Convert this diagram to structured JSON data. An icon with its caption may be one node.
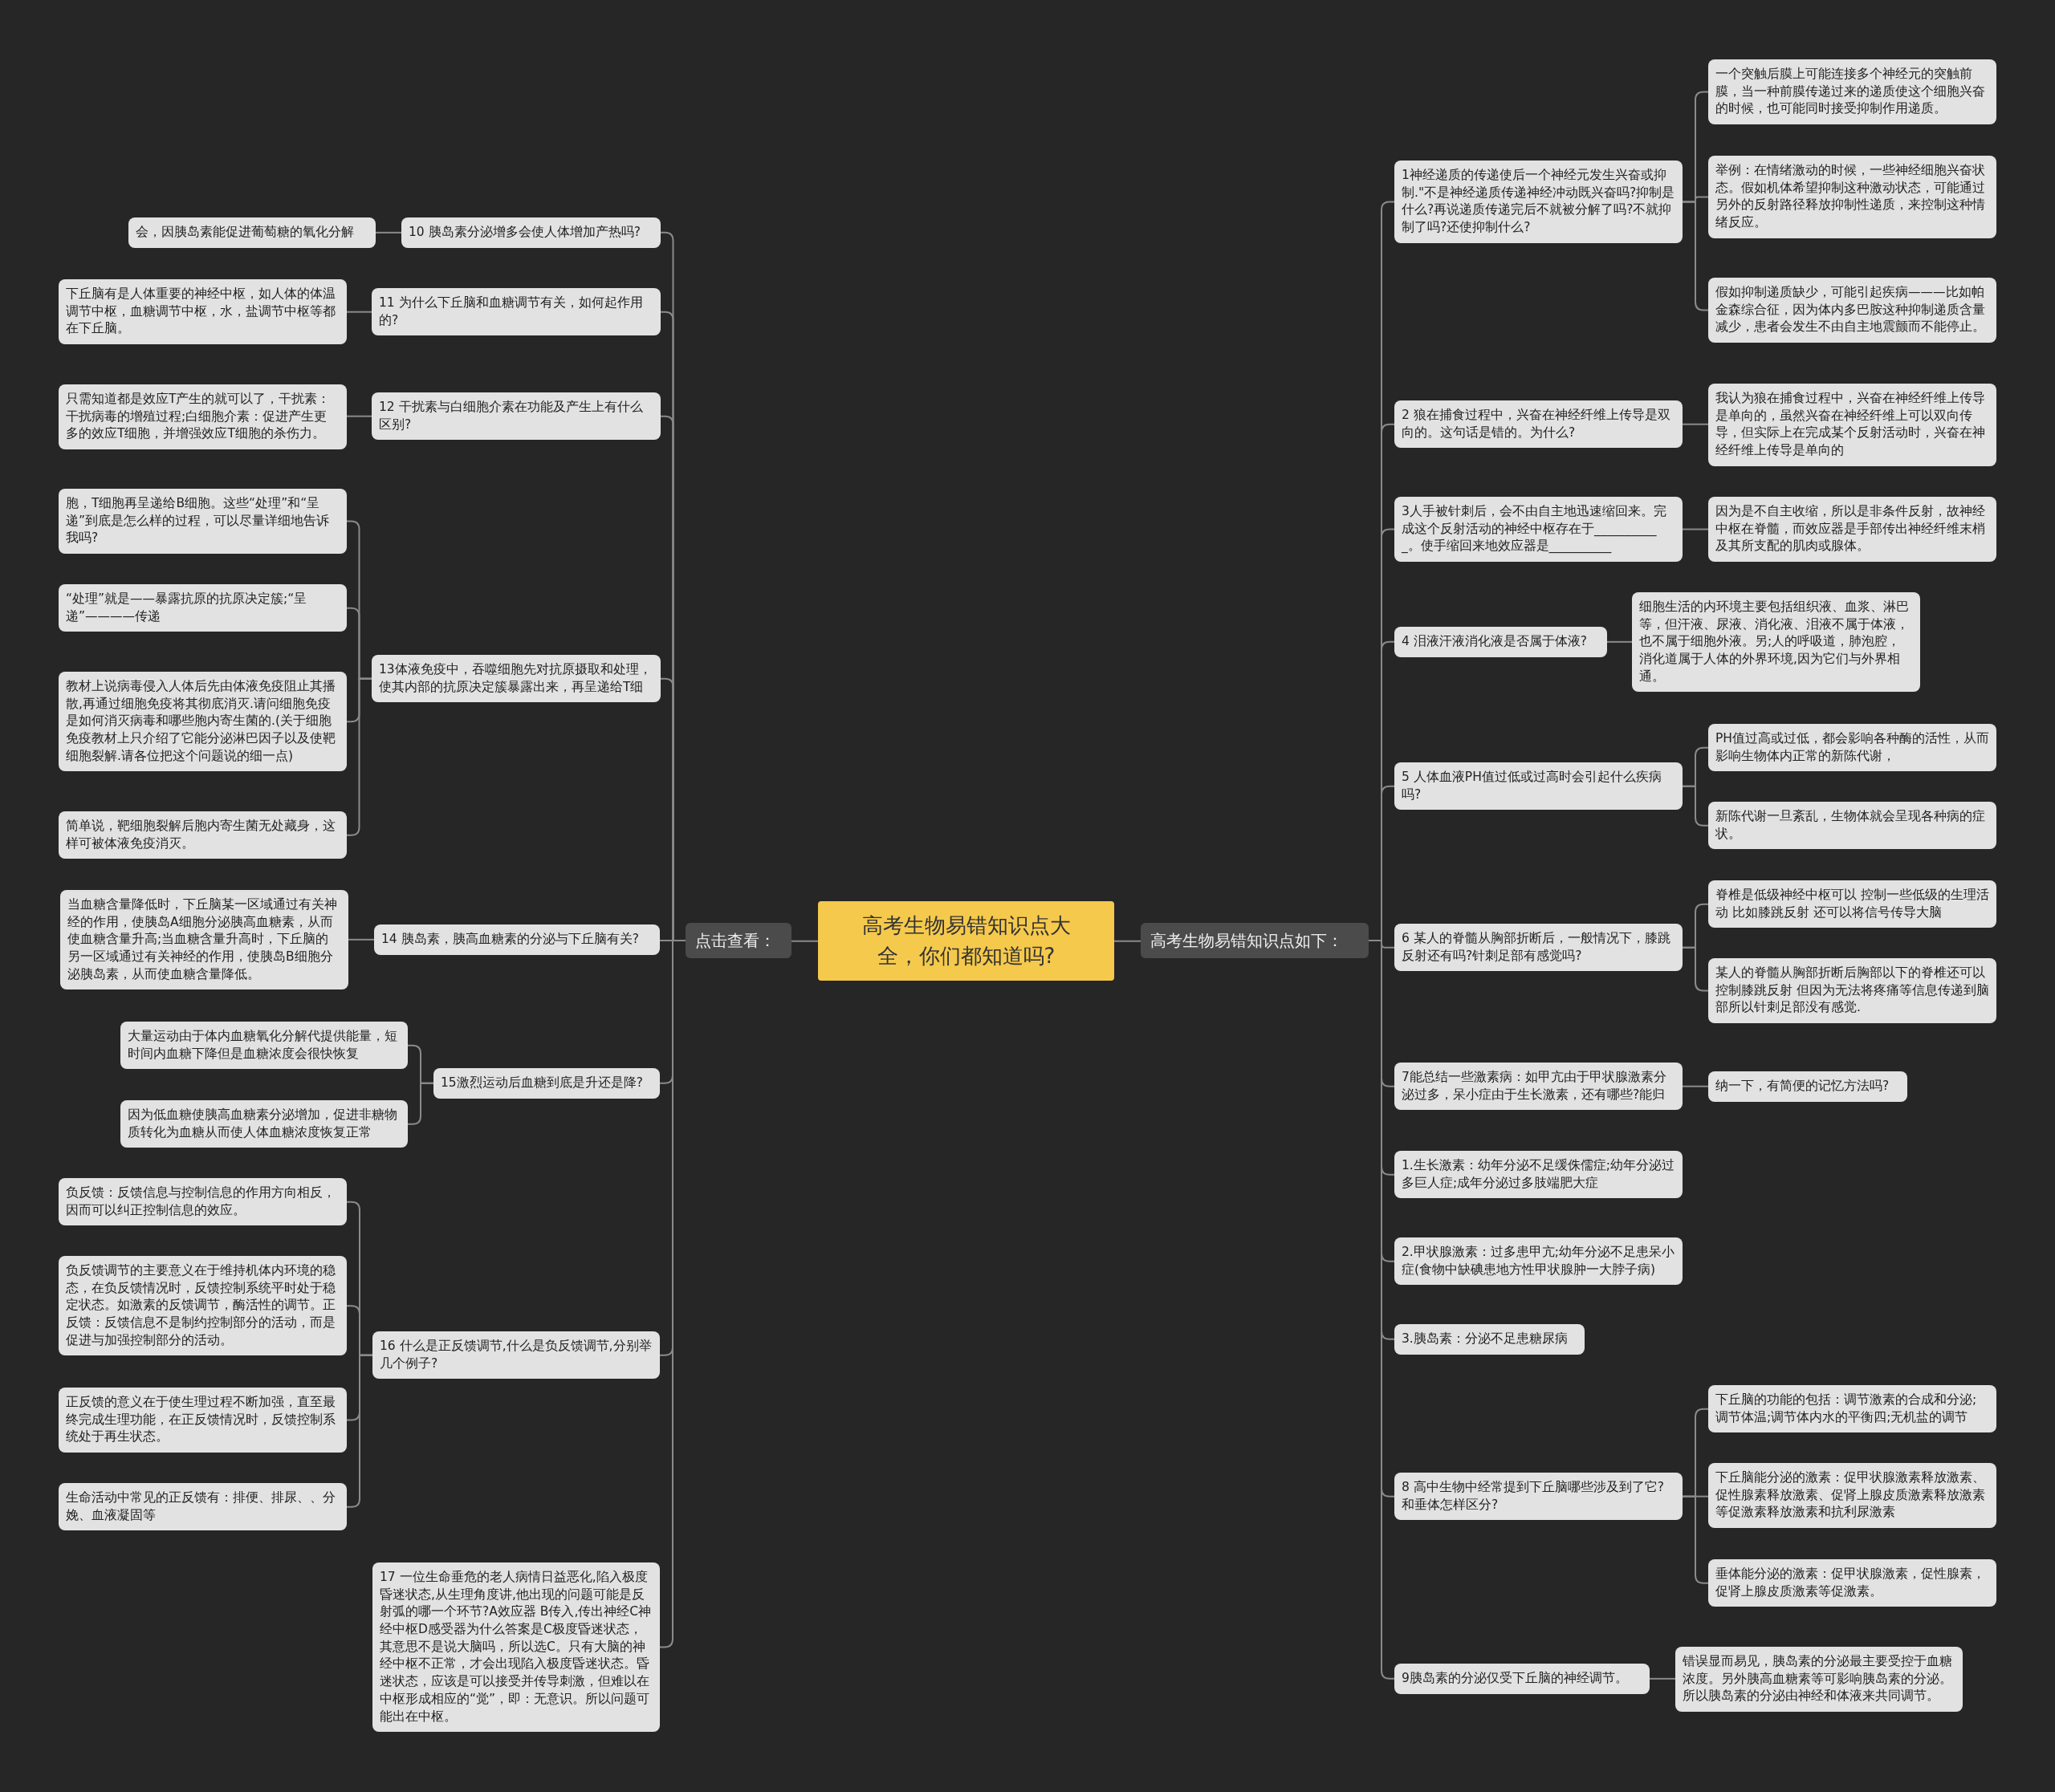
{
  "diagram": {
    "nodes": [
      {
        "text": [
          "高考生物易错知识点大全，你们都知道吗?"
        ]
      },
      {
        "text": [
          "点击查看："
        ]
      },
      {
        "text": [
          "10 胰岛素分泌增多会使人体增加产热吗?"
        ]
      },
      {
        "text": [
          "会，因胰岛素能促进葡萄糖的氧化分解"
        ]
      },
      {
        "text": [
          "11 为什么下丘脑和血糖调节有关，如何起作用的?"
        ]
      },
      {
        "text": [
          "下丘脑有是人体重要的神经中枢，如人体的体温调节中枢，血糖调节中枢，水，盐调节中枢等都在下丘脑。"
        ]
      },
      {
        "text": [
          "12 干扰素与白细胞介素在功能及产生上有什么区别?"
        ]
      },
      {
        "text": [
          "只需知道都是效应T产生的就可以了，干扰素：干扰病毒的增殖过程;白细胞介素：促进产生更多的效应T细胞，并增强效应T细胞的杀伤力。"
        ]
      },
      {
        "text": [
          "13体液免疫中，吞噬细胞先对抗原摄取和处理，使其内部的抗原决定簇暴露出来，再呈递给T细"
        ]
      },
      {
        "text": [
          "胞，T细胞再呈递给B细胞。这些“处理”和“呈递”到底是怎么样的过程，可以尽量详细地告诉我吗?"
        ]
      },
      {
        "text": [
          "“处理”就是——暴露抗原的抗原决定簇;“呈递”————传递"
        ]
      },
      {
        "text": [
          "教材上说病毒侵入人体后先由体液免疫阻止其播散,再通过细胞免疫将其彻底消灭.请问细胞免疫是如何消灭病毒和哪些胞内寄生菌的.(关于细胞免疫教材上只介绍了它能分泌淋巴因子以及使靶细胞裂解.请各位把这个问题说的细一点)"
        ]
      },
      {
        "text": [
          "简单说，靶细胞裂解后胞内寄生菌无处藏身，这样可被体液免疫消灭。"
        ]
      },
      {
        "text": [
          "14 胰岛素，胰高血糖素的分泌与下丘脑有关?"
        ]
      },
      {
        "text": [
          "当血糖含量降低时，下丘脑某一区域通过有关神经的作用，使胰岛A细胞分泌胰高血糖素，从而使血糖含量升高;当血糖含量升高时，下丘脑的另一区域通过有关神经的作用，使胰岛B细胞分泌胰岛素，从而使血糖含量降低。"
        ]
      },
      {
        "text": [
          "15激烈运动后血糖到底是升还是降?"
        ]
      },
      {
        "text": [
          "大量运动由于体内血糖氧化分解代提供能量，短时间内血糖下降但是血糖浓度会很快恢复"
        ]
      },
      {
        "text": [
          "因为低血糖使胰高血糖素分泌增加，促进非糖物质转化为血糖从而使人体血糖浓度恢复正常"
        ]
      },
      {
        "text": [
          "16 什么是正反馈调节,什么是负反馈调节,分别举几个例子?"
        ]
      },
      {
        "text": [
          "负反馈：反馈信息与控制信息的作用方向相反，因而可以纠正控制信息的效应。"
        ]
      },
      {
        "text": [
          "负反馈调节的主要意义在于维持机体内环境的稳态，在负反馈情况时，反馈控制系统平时处于稳定状态。如激素的反馈调节，酶活性的调节。正反馈：反馈信息不是制约控制部分的活动，而是促进与加强控制部分的活动。"
        ]
      },
      {
        "text": [
          "正反馈的意义在于使生理过程不断加强，直至最终完成生理功能，在正反馈情况时，反馈控制系统处于再生状态。"
        ]
      },
      {
        "text": [
          "生命活动中常见的正反馈有：排便、排尿、、分娩、血液凝固等"
        ]
      },
      {
        "text": [
          "17 一位生命垂危的老人病情日益恶化,陷入极度昏迷状态,从生理角度讲,他出现的问题可能是反射弧的哪一个环节?A效应器 B传入,传出神经C神经中枢D感受器为什么答案是C极度昏迷状态，其意思不是说大脑吗，所以选C。只有大脑的神经中枢不正常，才会出现陷入极度昏迷状态。昏迷状态，应该是可以接受并传导刺激，但难以在中枢形成相应的“觉”，即：无意识。所以问题可能出在中枢。"
        ]
      },
      {
        "text": [
          "高考生物易错知识点如下："
        ]
      },
      {
        "text": [
          "1神经递质的传递使后一个神经元发生兴奋或抑制.\"不是神经递质传递神经冲动既兴奋吗?抑制是什么?再说递质传递完后不就被分解了吗?不就抑制了吗?还使抑制什么?"
        ]
      },
      {
        "text": [
          "一个突触后膜上可能连接多个神经元的突触前膜，当一种前膜传递过来的递质使这个细胞兴奋的时候，也可能同时接受抑制作用递质。"
        ]
      },
      {
        "text": [
          "举例：在情绪激动的时候，一些神经细胞兴奋状态。假如机体希望抑制这种激动状态，可能通过另外的反射路径释放抑制性递质，来控制这种情绪反应。"
        ]
      },
      {
        "text": [
          "假如抑制递质缺少，可能引起疾病———比如帕金森综合征，因为体内多巴胺这种抑制递质含量减少，患者会发生不由自主地震颤而不能停止。"
        ]
      },
      {
        "text": [
          "2 狼在捕食过程中，兴奋在神经纤维上传导是双向的。这句话是错的。为什么?"
        ]
      },
      {
        "text": [
          "我认为狼在捕食过程中，兴奋在神经纤维上传导是单向的，虽然兴奋在神经纤维上可以双向传导，但实际上在完成某个反射活动时，兴奋在神经纤维上传导是单向的"
        ]
      },
      {
        "text": [
          "3人手被针刺后，会不由自主地迅速缩回来。完成这个反射活动的神经中枢存在于___________。使手缩回来地效应器是__________"
        ]
      },
      {
        "text": [
          "因为是不自主收缩，所以是非条件反射，故神经中枢在脊髓，而效应器是手部传出神经纤维末梢及其所支配的肌肉或腺体。"
        ]
      },
      {
        "text": [
          "4 泪液汗液消化液是否属于体液?"
        ]
      },
      {
        "text": [
          "细胞生活的内环境主要包括组织液、血浆、淋巴等，但汗液、尿液、消化液、泪液不属于体液，也不属于细胞外液。另;人的呼吸道，肺泡腔，消化道属于人体的外界环境,因为它们与外界相通。"
        ]
      },
      {
        "text": [
          "5 人体血液PH值过低或过高时会引起什么疾病吗?"
        ]
      },
      {
        "text": [
          "PH值过高或过低，都会影响各种酶的活性，从而影响生物体内正常的新陈代谢，"
        ]
      },
      {
        "text": [
          "新陈代谢一旦紊乱，生物体就会呈现各种病的症状。"
        ]
      },
      {
        "text": [
          "6 某人的脊髓从胸部折断后，一般情况下，膝跳反射还有吗?针刺足部有感觉吗?"
        ]
      },
      {
        "text": [
          "脊椎是低级神经中枢可以 控制一些低级的生理活动 比如膝跳反射 还可以将信号传导大脑"
        ]
      },
      {
        "text": [
          "某人的脊髓从胸部折断后胸部以下的脊椎还可以控制膝跳反射 但因为无法将疼痛等信息传递到脑部所以针刺足部没有感觉."
        ]
      },
      {
        "text": [
          "7能总结一些激素病：如甲亢由于甲状腺激素分泌过多，呆小症由于生长激素，还有哪些?能归"
        ]
      },
      {
        "text": [
          "纳一下，有简便的记忆方法吗?"
        ]
      },
      {
        "text": [
          "1.生长激素：幼年分泌不足缓侏儒症;幼年分泌过多巨人症;成年分泌过多肢端肥大症"
        ]
      },
      {
        "text": [
          "2.甲状腺激素：过多患甲亢;幼年分泌不足患呆小症(食物中缺碘患地方性甲状腺肿一大脖子病)"
        ]
      },
      {
        "text": [
          "3.胰岛素：分泌不足患糖尿病"
        ]
      },
      {
        "text": [
          "8 高中生物中经常提到下丘脑哪些涉及到了它?和垂体怎样区分?"
        ]
      },
      {
        "text": [
          "下丘脑的功能的包括：调节激素的合成和分泌;调节体温;调节体内水的平衡四;无机盐的调节"
        ]
      },
      {
        "text": [
          "下丘脑能分泌的激素：促甲状腺激素释放激素、促性腺素释放激素、促肾上腺皮质激素释放激素等促激素释放激素和抗利尿激素"
        ]
      },
      {
        "text": [
          "垂体能分泌的激素：促甲状腺激素，促性腺素，促肾上腺皮质激素等促激素。"
        ]
      },
      {
        "text": [
          "9胰岛素的分泌仅受下丘脑的神经调节。"
        ]
      },
      {
        "text": [
          "错误显而易见，胰岛素的分泌最主要受控于血糖浓度。另外胰高血糖素等可影响胰岛素的分泌。所以胰岛素的分泌由神经和体液来共同调节。"
        ]
      }
    ],
    "edges": [
      {
        "from": 0,
        "to": 1,
        "arrow": "none"
      },
      {
        "from": 1,
        "to": 2,
        "arrow": "none"
      },
      {
        "from": 2,
        "to": 3,
        "arrow": "none"
      },
      {
        "from": 1,
        "to": 4,
        "arrow": "none"
      },
      {
        "from": 4,
        "to": 5,
        "arrow": "none"
      },
      {
        "from": 1,
        "to": 6,
        "arrow": "none"
      },
      {
        "from": 6,
        "to": 7,
        "arrow": "none"
      },
      {
        "from": 1,
        "to": 8,
        "arrow": "none"
      },
      {
        "from": 8,
        "to": 9,
        "arrow": "none"
      },
      {
        "from": 8,
        "to": 10,
        "arrow": "none"
      },
      {
        "from": 8,
        "to": 11,
        "arrow": "none"
      },
      {
        "from": 8,
        "to": 12,
        "arrow": "none"
      },
      {
        "from": 1,
        "to": 13,
        "arrow": "none"
      },
      {
        "from": 13,
        "to": 14,
        "arrow": "none"
      },
      {
        "from": 1,
        "to": 15,
        "arrow": "none"
      },
      {
        "from": 15,
        "to": 16,
        "arrow": "none"
      },
      {
        "from": 15,
        "to": 17,
        "arrow": "none"
      },
      {
        "from": 1,
        "to": 18,
        "arrow": "none"
      },
      {
        "from": 18,
        "to": 19,
        "arrow": "none"
      },
      {
        "from": 18,
        "to": 20,
        "arrow": "none"
      },
      {
        "from": 18,
        "to": 21,
        "arrow": "none"
      },
      {
        "from": 18,
        "to": 22,
        "arrow": "none"
      },
      {
        "from": 1,
        "to": 23,
        "arrow": "none"
      },
      {
        "from": 0,
        "to": 24,
        "arrow": "none"
      },
      {
        "from": 24,
        "to": 25,
        "arrow": "none"
      },
      {
        "from": 25,
        "to": 26,
        "arrow": "none"
      },
      {
        "from": 25,
        "to": 27,
        "arrow": "none"
      },
      {
        "from": 25,
        "to": 28,
        "arrow": "none"
      },
      {
        "from": 24,
        "to": 29,
        "arrow": "none"
      },
      {
        "from": 29,
        "to": 30,
        "arrow": "none"
      },
      {
        "from": 24,
        "to": 31,
        "arrow": "none"
      },
      {
        "from": 31,
        "to": 32,
        "arrow": "none"
      },
      {
        "from": 24,
        "to": 33,
        "arrow": "none"
      },
      {
        "from": 33,
        "to": 34,
        "arrow": "none"
      },
      {
        "from": 24,
        "to": 35,
        "arrow": "none"
      },
      {
        "from": 35,
        "to": 36,
        "arrow": "none"
      },
      {
        "from": 35,
        "to": 37,
        "arrow": "none"
      },
      {
        "from": 24,
        "to": 38,
        "arrow": "none"
      },
      {
        "from": 38,
        "to": 39,
        "arrow": "none"
      },
      {
        "from": 38,
        "to": 40,
        "arrow": "none"
      },
      {
        "from": 24,
        "to": 41,
        "arrow": "none"
      },
      {
        "from": 41,
        "to": 42,
        "arrow": "none"
      },
      {
        "from": 24,
        "to": 43,
        "arrow": "none"
      },
      {
        "from": 24,
        "to": 44,
        "arrow": "none"
      },
      {
        "from": 24,
        "to": 45,
        "arrow": "none"
      },
      {
        "from": 24,
        "to": 46,
        "arrow": "none"
      },
      {
        "from": 46,
        "to": 47,
        "arrow": "none"
      },
      {
        "from": 46,
        "to": 48,
        "arrow": "none"
      },
      {
        "from": 46,
        "to": 49,
        "arrow": "none"
      },
      {
        "from": 24,
        "to": 50,
        "arrow": "none"
      },
      {
        "from": 50,
        "to": 51,
        "arrow": "none"
      }
    ]
  }
}
